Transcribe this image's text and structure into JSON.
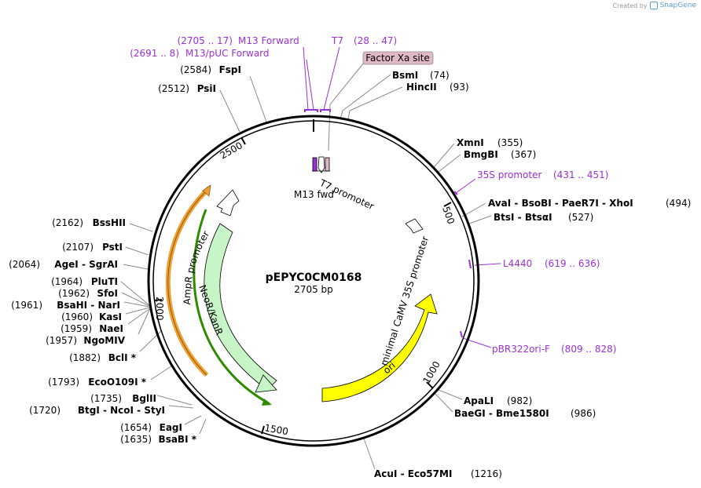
{
  "credit": {
    "created_by": "Created by",
    "brand": "SnapGene"
  },
  "plasmid": {
    "name": "pEPYC0CM0168",
    "length": "2705 bp"
  },
  "colors": {
    "primer": "#9b30d9",
    "line": "#8a8a8a",
    "backbone": "#000000",
    "promoter_fill": "#ffffff",
    "amp_fill": "#ffffff",
    "neo_fill": "#c8f5c8",
    "neo_line": "#2e8b00",
    "orange": "#f0a030",
    "ori_fill": "#ffff00",
    "xa_fill": "#e0b8c8"
  },
  "ticks": [
    {
      "label": "500"
    },
    {
      "label": "1000"
    },
    {
      "label": "1500"
    },
    {
      "label": "2000"
    },
    {
      "label": "2500"
    }
  ],
  "sites": [
    {
      "id": "bsmi",
      "name": "BsmI",
      "pos": "(74)"
    },
    {
      "id": "hincii",
      "name": "HincII",
      "pos": "(93)"
    },
    {
      "id": "xmni",
      "name": "XmnI",
      "pos": "(355)"
    },
    {
      "id": "bmgbi",
      "name": "BmgBI",
      "pos": "(367)"
    },
    {
      "id": "avai",
      "name": "AvaI  -  BsoBI  -  PaeR7I  -  XhoI",
      "pos": "(494)"
    },
    {
      "id": "btsi",
      "name": "BtsI  -  BtsαI",
      "pos": "(527)"
    },
    {
      "id": "apali",
      "name": "ApaLI",
      "pos": "(982)"
    },
    {
      "id": "baegi",
      "name": "BaeGI  -  Bme1580I",
      "pos": "(986)"
    },
    {
      "id": "acui",
      "name": "AcuI  -  Eco57MI",
      "pos": "(1216)"
    },
    {
      "id": "bsabi",
      "name": "BsaBI *",
      "pos": "(1635)"
    },
    {
      "id": "eagi",
      "name": "EagI",
      "pos": "(1654)"
    },
    {
      "id": "btgi",
      "name": "BtgI  -  NcoI  -  StyI",
      "pos": "(1720)"
    },
    {
      "id": "bglii",
      "name": "BglII",
      "pos": "(1735)"
    },
    {
      "id": "eco0109i",
      "name": "EcoO109I *",
      "pos": "(1793)"
    },
    {
      "id": "bcli",
      "name": "BclI *",
      "pos": "(1882)"
    },
    {
      "id": "ngomiv",
      "name": "NgoMIV",
      "pos": "(1957)"
    },
    {
      "id": "naei",
      "name": "NaeI",
      "pos": "(1959)"
    },
    {
      "id": "kasi",
      "name": "KasI",
      "pos": "(1960)"
    },
    {
      "id": "bsahi",
      "name": "BsaHI  -  NarI",
      "pos": "(1961)"
    },
    {
      "id": "sfoi",
      "name": "SfoI",
      "pos": "(1962)"
    },
    {
      "id": "pluti",
      "name": "PluTI",
      "pos": "(1964)"
    },
    {
      "id": "agei",
      "name": "AgeI  -  SgrAI",
      "pos": "(2064)"
    },
    {
      "id": "psti",
      "name": "PstI",
      "pos": "(2107)"
    },
    {
      "id": "bsshii",
      "name": "BssHII",
      "pos": "(2162)"
    },
    {
      "id": "psii",
      "name": "PsiI",
      "pos": "(2512)"
    },
    {
      "id": "fspi",
      "name": "FspI",
      "pos": "(2584)"
    }
  ],
  "primers": [
    {
      "id": "m13fwd",
      "range": "(2705 .. 17)",
      "name": "M13 Forward"
    },
    {
      "id": "m13puc",
      "range": "(2691 .. 8)",
      "name": "M13/pUC Forward"
    },
    {
      "id": "t7",
      "name": "T7",
      "range": "(28 .. 47)"
    },
    {
      "id": "p35s",
      "name": "35S promoter",
      "range": "(431 .. 451)"
    },
    {
      "id": "l4440",
      "name": "L4440",
      "range": "(619 .. 636)"
    },
    {
      "id": "pbr322",
      "name": "pBR322ori-F",
      "range": "(809 .. 828)"
    }
  ],
  "features": {
    "factor_xa": "Factor Xa site",
    "t7_promoter": "T7 promoter",
    "m13_fwd": "M13 fwd",
    "amp_promoter": "AmpR promoter",
    "neo": "NeoR/KanR",
    "camv": "minimal CaMV 35S promoter",
    "ori": "ori"
  }
}
